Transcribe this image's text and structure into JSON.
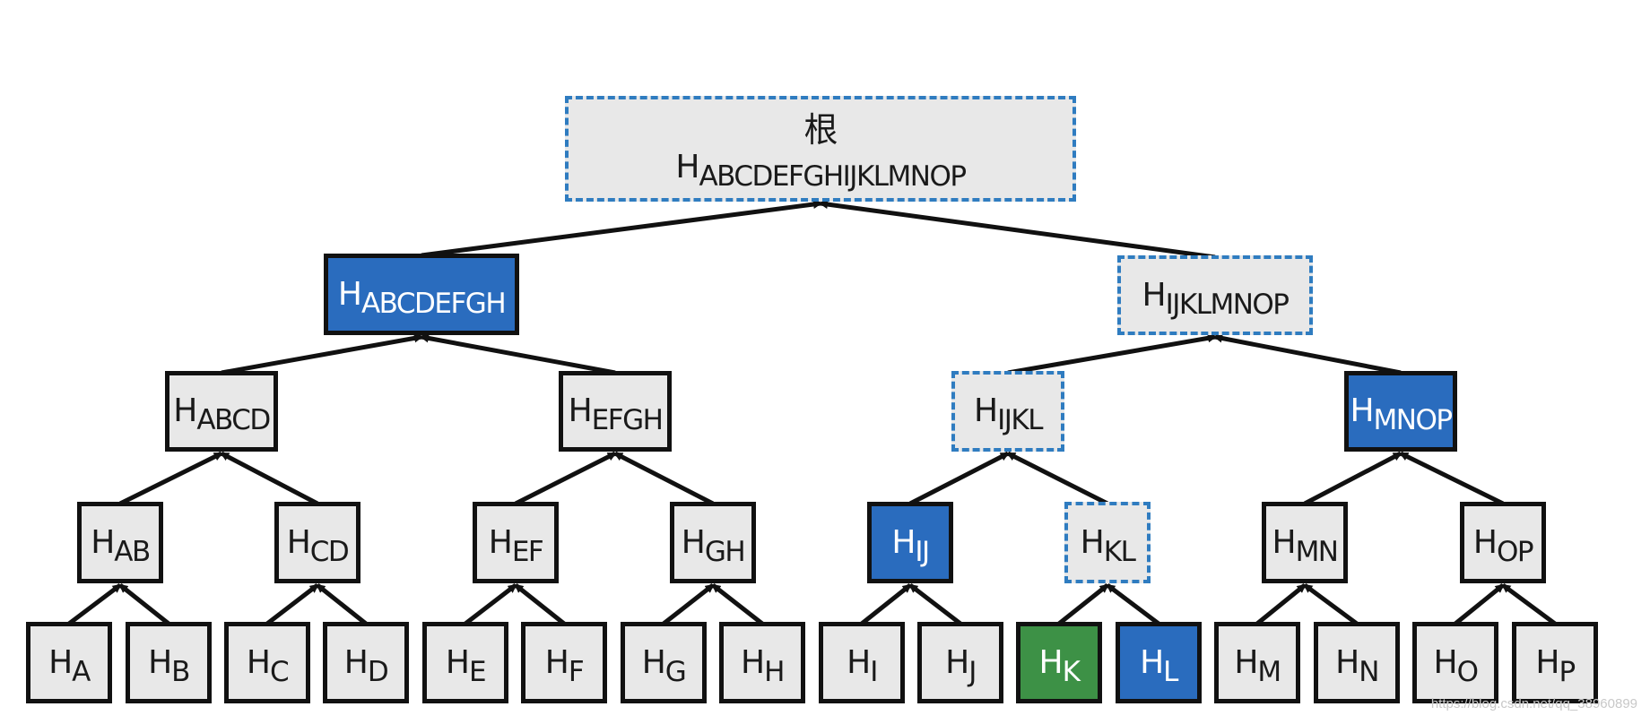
{
  "diagram": {
    "root": {
      "label": "根",
      "letter": "H",
      "sub": "ABCDEFGHIJKLMNOP",
      "style": "dashed"
    },
    "nodes": {
      "ABCDEFGH": {
        "letter": "H",
        "sub": "ABCDEFGH",
        "style": "blue"
      },
      "IJKLMNOP": {
        "letter": "H",
        "sub": "IJKLMNOP",
        "style": "dashed"
      },
      "ABCD": {
        "letter": "H",
        "sub": "ABCD",
        "style": "normal"
      },
      "EFGH": {
        "letter": "H",
        "sub": "EFGH",
        "style": "normal"
      },
      "IJKL": {
        "letter": "H",
        "sub": "IJKL",
        "style": "dashed"
      },
      "MNOP": {
        "letter": "H",
        "sub": "MNOP",
        "style": "blue"
      },
      "AB": {
        "letter": "H",
        "sub": "AB",
        "style": "normal"
      },
      "CD": {
        "letter": "H",
        "sub": "CD",
        "style": "normal"
      },
      "EF": {
        "letter": "H",
        "sub": "EF",
        "style": "normal"
      },
      "GH": {
        "letter": "H",
        "sub": "GH",
        "style": "normal"
      },
      "IJ": {
        "letter": "H",
        "sub": "IJ",
        "style": "blue"
      },
      "KL": {
        "letter": "H",
        "sub": "KL",
        "style": "dashed"
      },
      "MN": {
        "letter": "H",
        "sub": "MN",
        "style": "normal"
      },
      "OP": {
        "letter": "H",
        "sub": "OP",
        "style": "normal"
      },
      "A": {
        "letter": "H",
        "sub": "A",
        "style": "normal"
      },
      "B": {
        "letter": "H",
        "sub": "B",
        "style": "normal"
      },
      "C": {
        "letter": "H",
        "sub": "C",
        "style": "normal"
      },
      "D": {
        "letter": "H",
        "sub": "D",
        "style": "normal"
      },
      "E": {
        "letter": "H",
        "sub": "E",
        "style": "normal"
      },
      "F": {
        "letter": "H",
        "sub": "F",
        "style": "normal"
      },
      "G": {
        "letter": "H",
        "sub": "G",
        "style": "normal"
      },
      "H": {
        "letter": "H",
        "sub": "H",
        "style": "normal"
      },
      "I": {
        "letter": "H",
        "sub": "I",
        "style": "normal"
      },
      "J": {
        "letter": "H",
        "sub": "J",
        "style": "normal"
      },
      "K": {
        "letter": "H",
        "sub": "K",
        "style": "green"
      },
      "L": {
        "letter": "H",
        "sub": "L",
        "style": "blue"
      },
      "M": {
        "letter": "H",
        "sub": "M",
        "style": "normal"
      },
      "N": {
        "letter": "H",
        "sub": "N",
        "style": "normal"
      },
      "O": {
        "letter": "H",
        "sub": "O",
        "style": "normal"
      },
      "P": {
        "letter": "H",
        "sub": "P",
        "style": "normal"
      }
    },
    "edges": [
      [
        "ABCDEFGH",
        "root"
      ],
      [
        "IJKLMNOP",
        "root"
      ],
      [
        "ABCD",
        "ABCDEFGH"
      ],
      [
        "EFGH",
        "ABCDEFGH"
      ],
      [
        "IJKL",
        "IJKLMNOP"
      ],
      [
        "MNOP",
        "IJKLMNOP"
      ],
      [
        "AB",
        "ABCD"
      ],
      [
        "CD",
        "ABCD"
      ],
      [
        "EF",
        "EFGH"
      ],
      [
        "GH",
        "EFGH"
      ],
      [
        "IJ",
        "IJKL"
      ],
      [
        "KL",
        "IJKL"
      ],
      [
        "MN",
        "MNOP"
      ],
      [
        "OP",
        "MNOP"
      ],
      [
        "A",
        "AB"
      ],
      [
        "B",
        "AB"
      ],
      [
        "C",
        "CD"
      ],
      [
        "D",
        "CD"
      ],
      [
        "E",
        "EF"
      ],
      [
        "F",
        "EF"
      ],
      [
        "G",
        "GH"
      ],
      [
        "H",
        "GH"
      ],
      [
        "I",
        "IJ"
      ],
      [
        "J",
        "IJ"
      ],
      [
        "K",
        "KL"
      ],
      [
        "L",
        "KL"
      ],
      [
        "M",
        "MN"
      ],
      [
        "N",
        "MN"
      ],
      [
        "O",
        "OP"
      ],
      [
        "P",
        "OP"
      ]
    ],
    "colors": {
      "node_fill": "#e8e8e8",
      "node_border": "#111111",
      "dashed_border": "#2f7cc0",
      "blue_fill": "#2a6cbe",
      "green_fill": "#3d9146",
      "edge": "#111111"
    }
  },
  "watermark": "https://blog.csdn.net/qq_38960899"
}
